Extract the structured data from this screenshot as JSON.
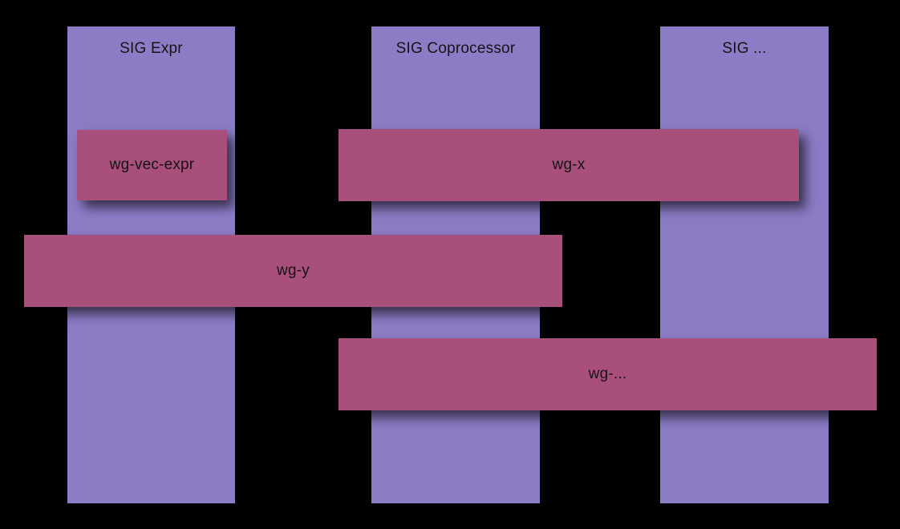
{
  "canvas": {
    "background": "#000000"
  },
  "colors": {
    "column": "#8c7bc5",
    "bar": "#a94f7b",
    "label": "#141414"
  },
  "columns": [
    {
      "label": "SIG Expr"
    },
    {
      "label": "SIG Coprocessor"
    },
    {
      "label": "SIG ..."
    }
  ],
  "bars": [
    {
      "label": "wg-vec-expr"
    },
    {
      "label": "wg-x"
    },
    {
      "label": "wg-y"
    },
    {
      "label": "wg-..."
    }
  ]
}
